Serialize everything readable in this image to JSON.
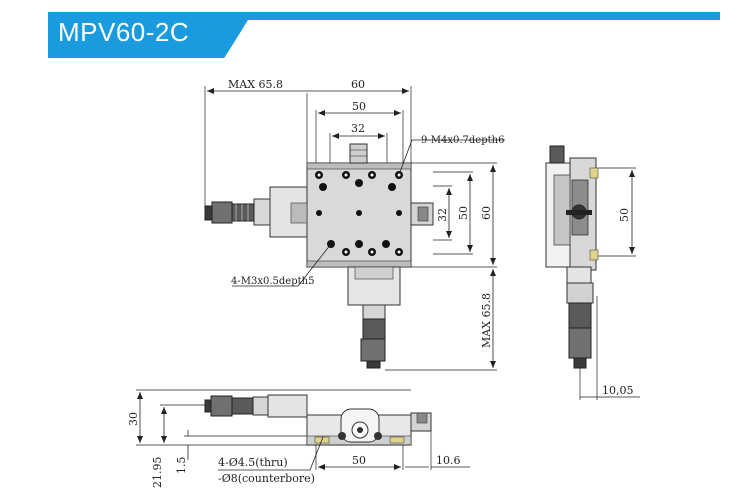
{
  "header": {
    "title": "MPV60-2C",
    "accent": "#1a9be0"
  },
  "dimensions": {
    "top_max": "MAX 65.8",
    "top_60": "60",
    "top_50": "50",
    "top_32": "32",
    "holes_m4": "9-M4x0.7depth6",
    "right_32": "32",
    "right_50": "50",
    "right_60": "60",
    "holes_m3": "4-M3x0.5depth5",
    "right_max": "MAX 65.8",
    "side_50": "50",
    "side_1005": "10,05",
    "bottom_30": "30",
    "bottom_2195": "21.95",
    "bottom_15": "1.5",
    "bottom_50": "50",
    "bottom_106": "10.6",
    "thru_holes": "4-Ø4.5(thru)",
    "counterbore": "-Ø8(counterbore)"
  }
}
